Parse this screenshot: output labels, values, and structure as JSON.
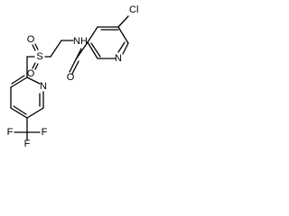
{
  "molecule": {
    "atoms": {
      "cl": "Cl",
      "n_pyr_top": "N",
      "o_carbonyl": "O",
      "nh": "NH",
      "s": "S",
      "o_s_top": "O",
      "o_s_bottom": "O",
      "n_pyr_bottom": "N",
      "f1": "F",
      "f2": "F",
      "f3": "F"
    }
  }
}
